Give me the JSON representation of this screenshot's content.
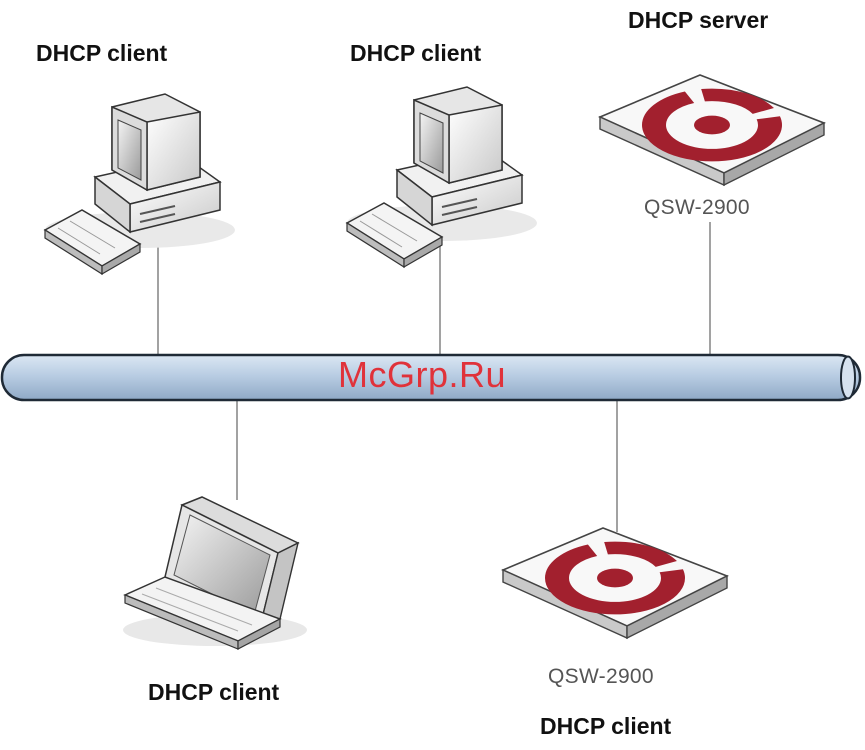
{
  "nodes": {
    "client_pc_left": {
      "label": "DHCP client"
    },
    "client_pc_center": {
      "label": "DHCP client"
    },
    "server_switch": {
      "label": "DHCP server",
      "model": "QSW-2900"
    },
    "client_laptop": {
      "label": "DHCP client"
    },
    "client_switch": {
      "label": "DHCP client",
      "model": "QSW-2900"
    }
  },
  "watermark": "McGrp.Ru",
  "colors": {
    "bus_fill": "#b9cde3",
    "bus_stroke": "#1f2a36",
    "switch_logo": "#a2202e",
    "watermark": "#e0323a"
  },
  "icons": {
    "desktop": "desktop-computer-icon",
    "laptop": "laptop-icon",
    "switch": "network-switch-icon"
  }
}
